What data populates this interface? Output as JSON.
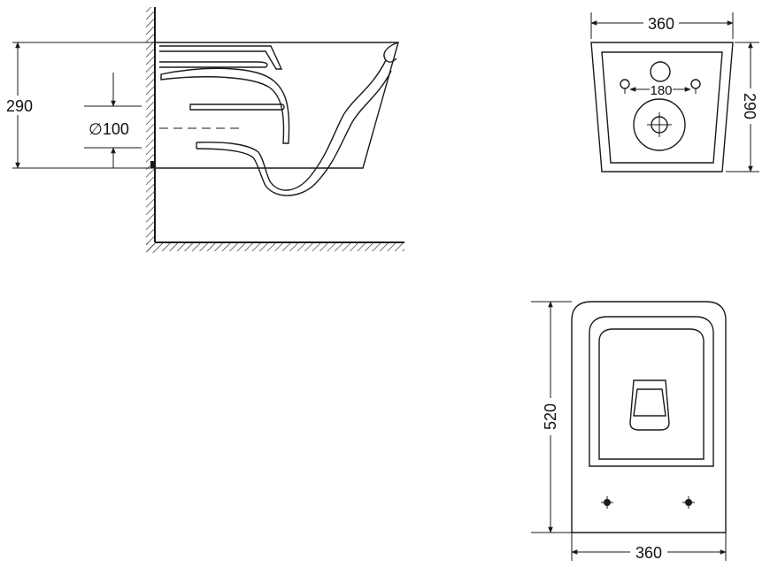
{
  "side_view": {
    "height_label": "290",
    "pipe_diameter_label": "∅100"
  },
  "rear_view": {
    "width_label": "360",
    "height_label": "290",
    "hole_spacing_label": "180"
  },
  "top_view": {
    "length_label": "520",
    "width_label": "360"
  },
  "colors": {
    "line": "#1a1a1a",
    "background": "#ffffff"
  }
}
